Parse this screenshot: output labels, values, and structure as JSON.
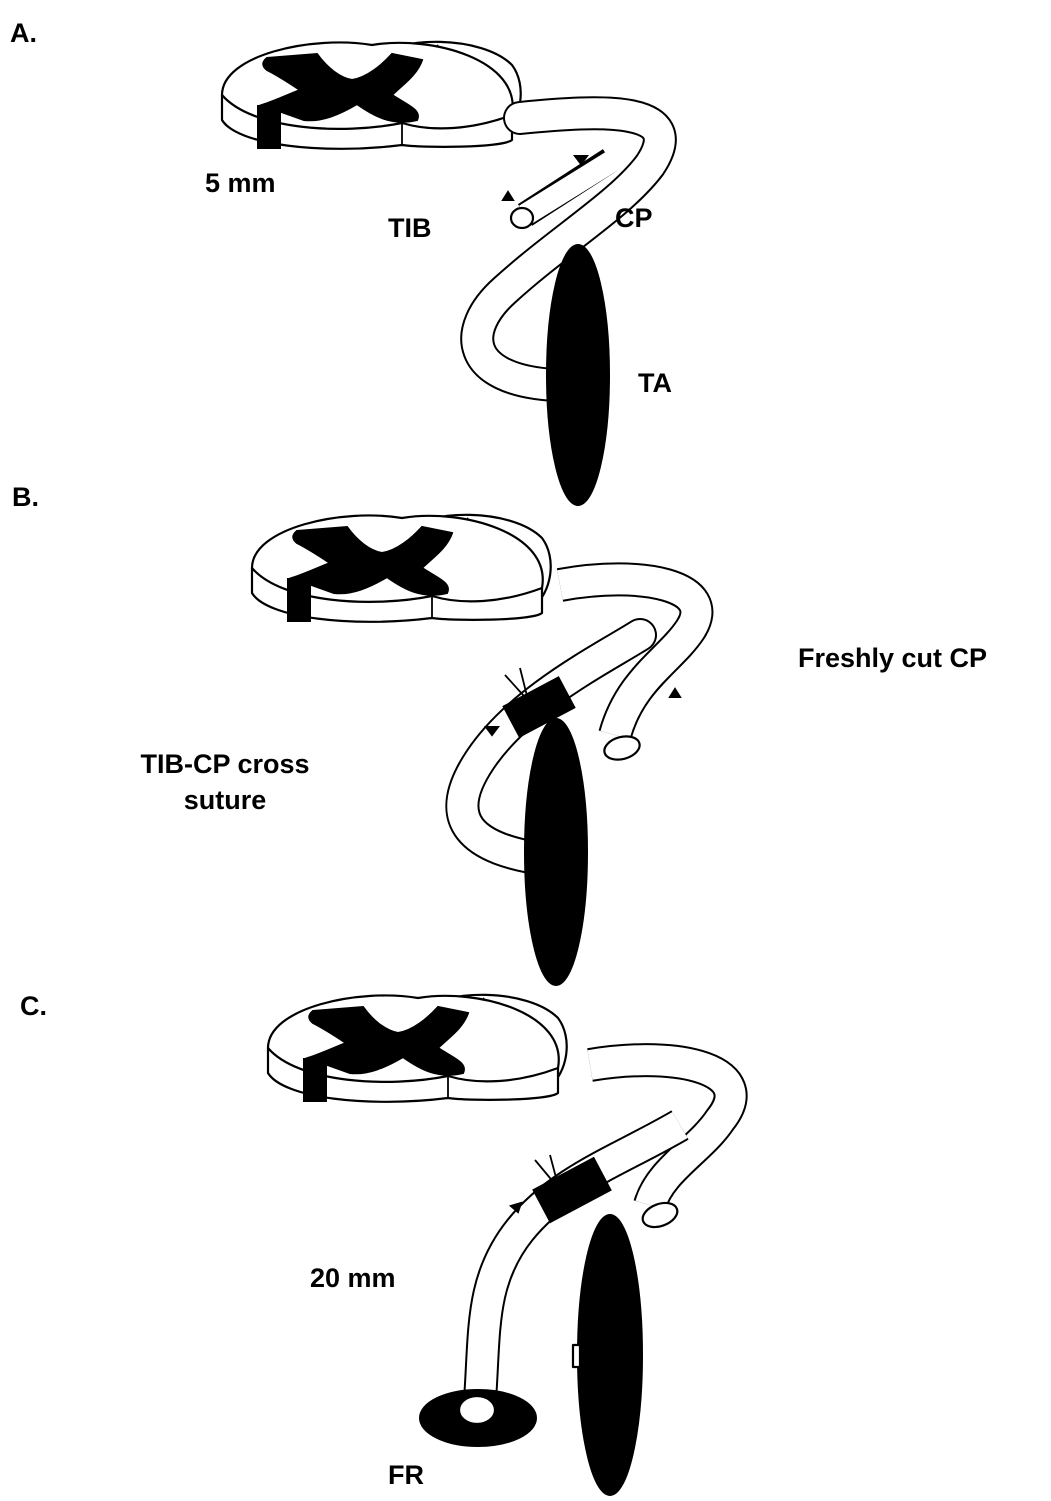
{
  "panels": {
    "a": {
      "label": "A.",
      "scale": "5 mm",
      "tib": "TIB",
      "cp": "CP",
      "ta": "TA"
    },
    "b": {
      "label": "B.",
      "freshly_cut": "Freshly cut CP",
      "suture_line1": "TIB-CP cross",
      "suture_line2": "suture"
    },
    "c": {
      "label": "C.",
      "scale": "20 mm",
      "fr": "FR"
    }
  }
}
